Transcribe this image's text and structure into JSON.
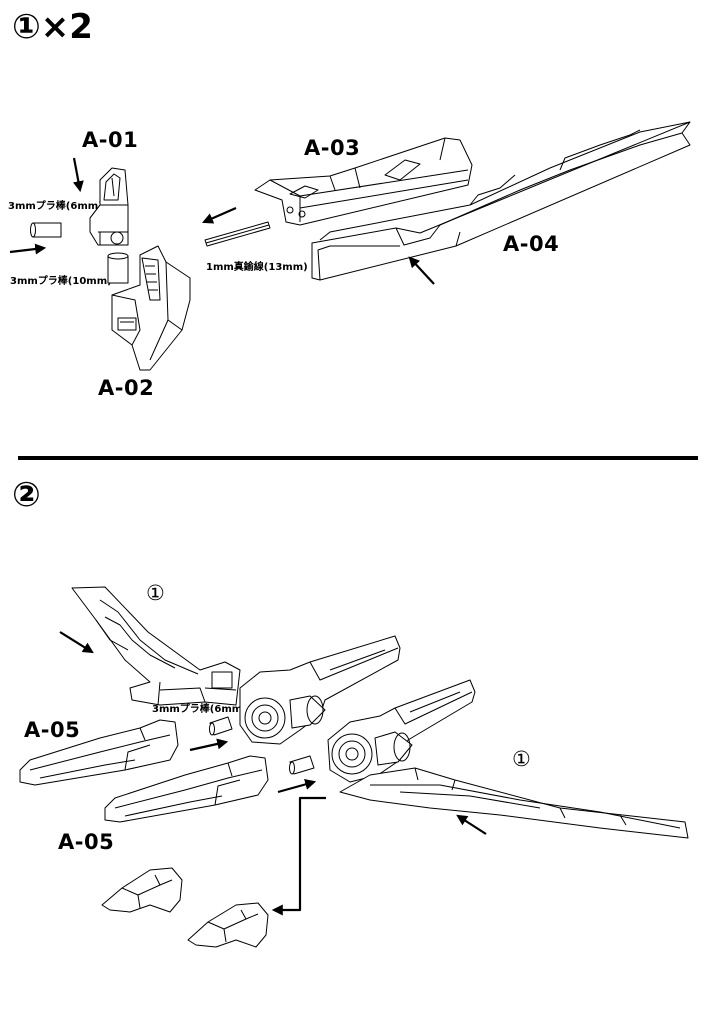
{
  "step1": {
    "title": "①×2",
    "labels": {
      "a01": "A-01",
      "a02": "A-02",
      "a03": "A-03",
      "a04": "A-04",
      "rod6": "3mmプラ棒(6mm)",
      "rod10": "3mmプラ棒(10mm)",
      "wire13": "1mm真鍮線(13mm)"
    }
  },
  "step2": {
    "title": "②",
    "labels": {
      "ref_top": "①",
      "ref_right": "①",
      "a05_top": "A-05",
      "a05_bottom": "A-05",
      "rod6": "3mmプラ棒(6mm)"
    }
  }
}
